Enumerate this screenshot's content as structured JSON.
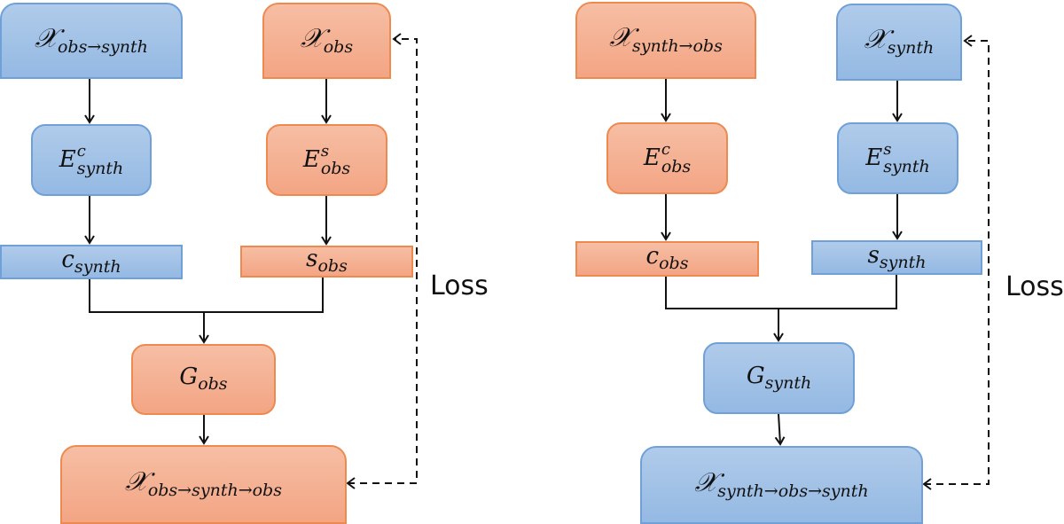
{
  "diagrams": [
    {
      "name": "obs-cycle",
      "nodes": {
        "x_obs_to_synth": {
          "symbol": "𝒳",
          "sub": "obs→synth",
          "color": "blue"
        },
        "x_obs": {
          "symbol": "𝒳",
          "sub": "obs",
          "color": "orange"
        },
        "enc_content": {
          "symbol": "E",
          "sup": "c",
          "sub": "synth",
          "color": "blue"
        },
        "enc_style": {
          "symbol": "E",
          "sup": "s",
          "sub": "obs",
          "color": "orange"
        },
        "content_code": {
          "symbol": "c",
          "sub": "synth",
          "color": "blue"
        },
        "style_code": {
          "symbol": "s",
          "sub": "obs",
          "color": "orange"
        },
        "generator": {
          "symbol": "G",
          "sub": "obs",
          "color": "orange"
        },
        "x_reconstructed": {
          "symbol": "𝒳",
          "sub": "obs→synth→obs",
          "color": "orange"
        }
      },
      "loss_label": "Loss"
    },
    {
      "name": "synth-cycle",
      "nodes": {
        "x_synth_to_obs": {
          "symbol": "𝒳",
          "sub": "synth→obs",
          "color": "orange"
        },
        "x_synth": {
          "symbol": "𝒳",
          "sub": "synth",
          "color": "blue"
        },
        "enc_content": {
          "symbol": "E",
          "sup": "c",
          "sub": "obs",
          "color": "orange"
        },
        "enc_style": {
          "symbol": "E",
          "sup": "s",
          "sub": "synth",
          "color": "blue"
        },
        "content_code": {
          "symbol": "c",
          "sub": "obs",
          "color": "orange"
        },
        "style_code": {
          "symbol": "s",
          "sub": "synth",
          "color": "blue"
        },
        "generator": {
          "symbol": "G",
          "sub": "synth",
          "color": "blue"
        },
        "x_reconstructed": {
          "symbol": "𝒳",
          "sub": "synth→obs→synth",
          "color": "blue"
        }
      },
      "loss_label": "Loss"
    }
  ],
  "colors": {
    "blue_fill": "#9fc0e6",
    "blue_border": "#6fa0d8",
    "orange_fill": "#f4b191",
    "orange_border": "#ee8a50",
    "line": "#111111"
  }
}
